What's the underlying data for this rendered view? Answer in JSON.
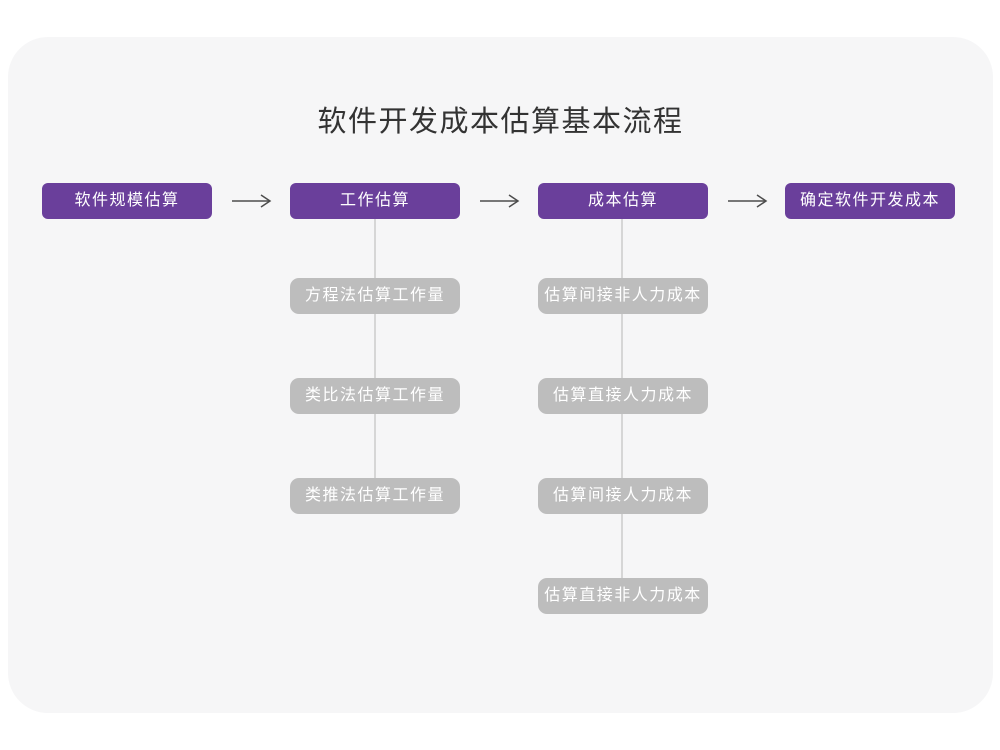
{
  "page": {
    "title": "软件开发成本估算基本流程"
  },
  "colors": {
    "main_node": "#6a3f9b",
    "sub_node": "#bdbdbd",
    "card_bg": "#f6f6f7",
    "page_bg": "#ffffff",
    "arrow": "#4d4d4d",
    "connector": "#d6d6d6",
    "title_text": "#333333",
    "node_text": "#ffffff"
  },
  "flow": {
    "main_steps": [
      {
        "label": "软件规模估算"
      },
      {
        "label": "工作估算"
      },
      {
        "label": "成本估算"
      },
      {
        "label": "确定软件开发成本"
      }
    ],
    "work_methods": [
      {
        "label": "方程法估算工作量"
      },
      {
        "label": "类比法估算工作量"
      },
      {
        "label": "类推法估算工作量"
      }
    ],
    "cost_items": [
      {
        "label": "估算间接非人力成本"
      },
      {
        "label": "估算直接人力成本"
      },
      {
        "label": "估算间接人力成本"
      },
      {
        "label": "估算直接非人力成本"
      }
    ]
  }
}
